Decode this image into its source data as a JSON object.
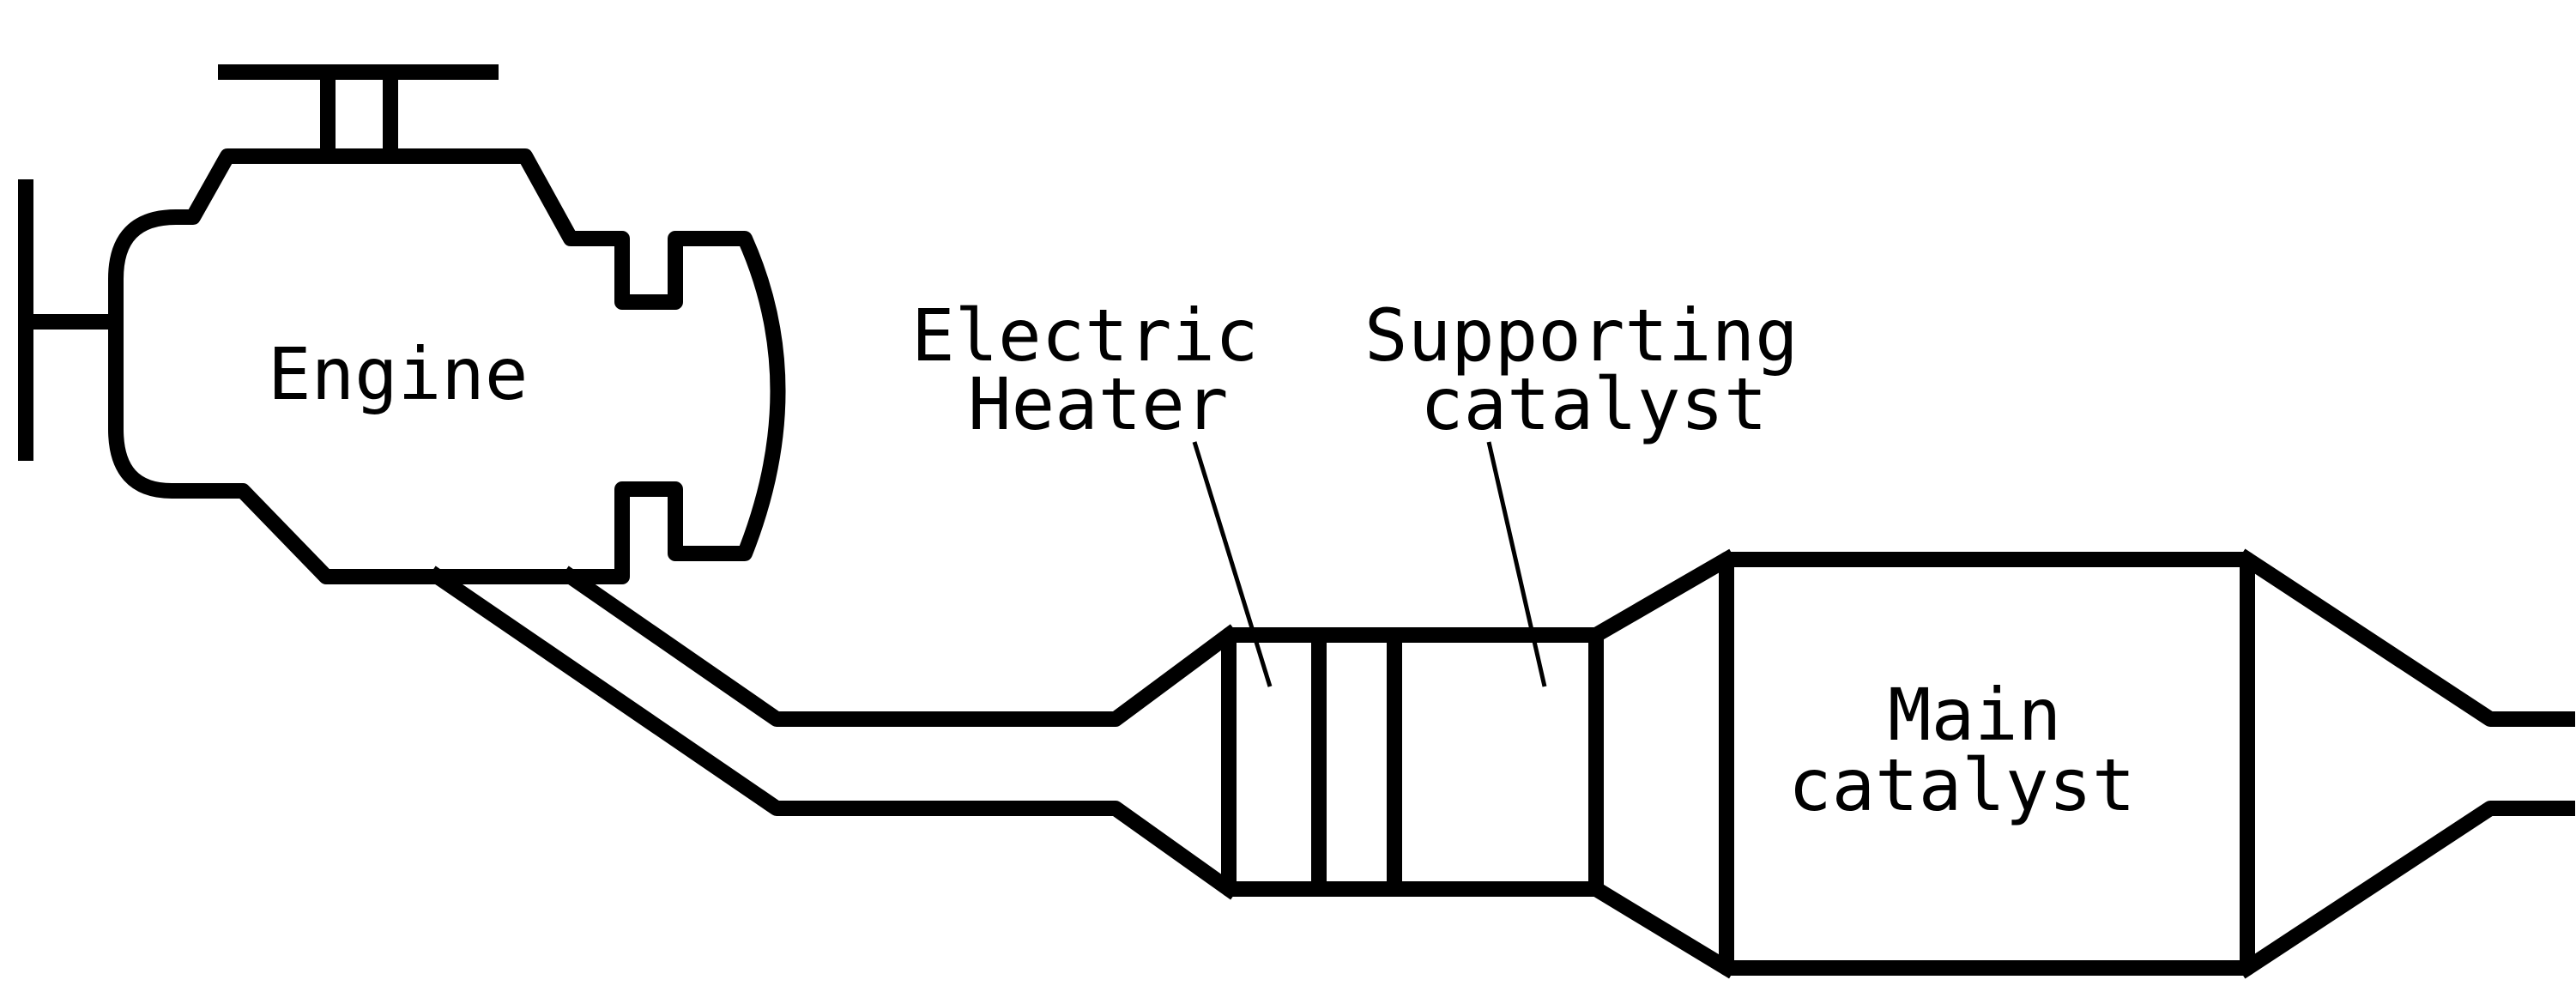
{
  "diagram": {
    "labels": {
      "engine": "Engine",
      "heater_line1": "Electric",
      "heater_line2": "Heater",
      "support_line1": "Supporting",
      "support_line2": "catalyst",
      "main_line1": "Main",
      "main_line2": "catalyst"
    },
    "colors": {
      "stroke": "#000000",
      "background": "#ffffff"
    }
  }
}
